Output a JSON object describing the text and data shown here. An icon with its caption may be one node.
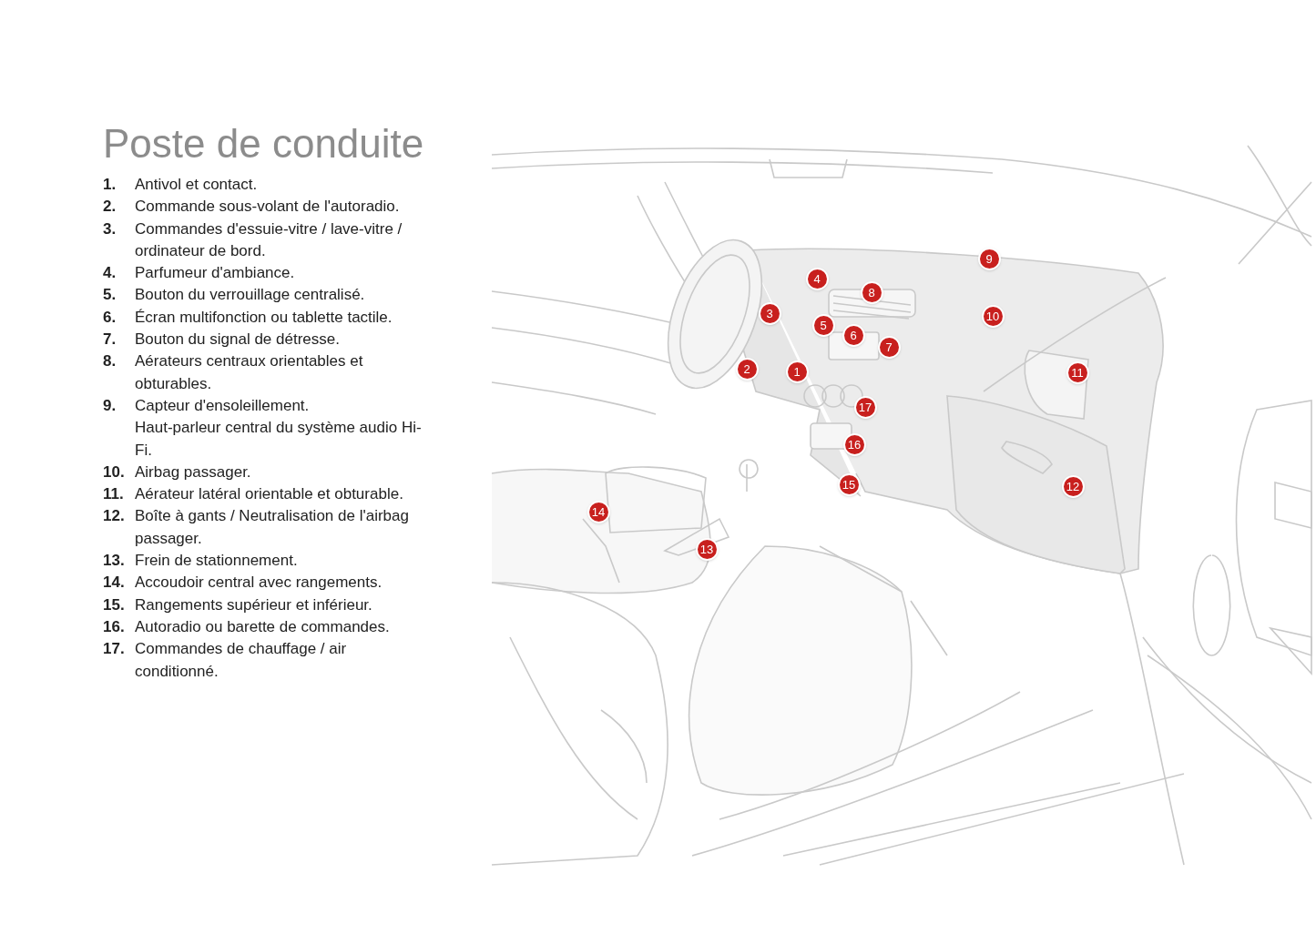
{
  "diagram": {
    "title": "Poste de conduite",
    "labels": [
      "1.",
      "Antivol et contact.",
      "2.",
      "Commande sous-volant de l'autoradio.",
      "3.",
      "Commandes d'essuie-vitre / lave-vitre / ordinateur de bord.",
      "4.",
      "Parfumeur d'ambiance.",
      "5.",
      "Bouton du verrouillage centralisé.",
      "6.",
      "Écran multifonction ou tablette tactile.",
      "7.",
      "Bouton du signal de détresse.",
      "8.",
      "Aérateurs centraux orientables et obturables.",
      "9.",
      "Capteur d'ensoleillement.",
      "Haut-parleur central du système audio Hi-Fi.",
      "10.",
      "Airbag passager.",
      "11.",
      "Aérateur latéral orientable et obturable.",
      "12.",
      "Boîte à gants / Neutralisation de l'airbag passager.",
      "13.",
      "Frein de stationnement.",
      "14.",
      "Accoudoir central avec rangements.",
      "15.",
      "Rangements supérieur et inférieur.",
      "16.",
      "Autoradio ou barette de commandes.",
      "17.",
      "Commandes de chauffage / air conditionné.",
      "9",
      "4",
      "8",
      "3",
      "10",
      "5",
      "6",
      "7",
      "2",
      "1",
      "11",
      "17",
      "16",
      "15",
      "12",
      "14",
      "13"
    ]
  }
}
